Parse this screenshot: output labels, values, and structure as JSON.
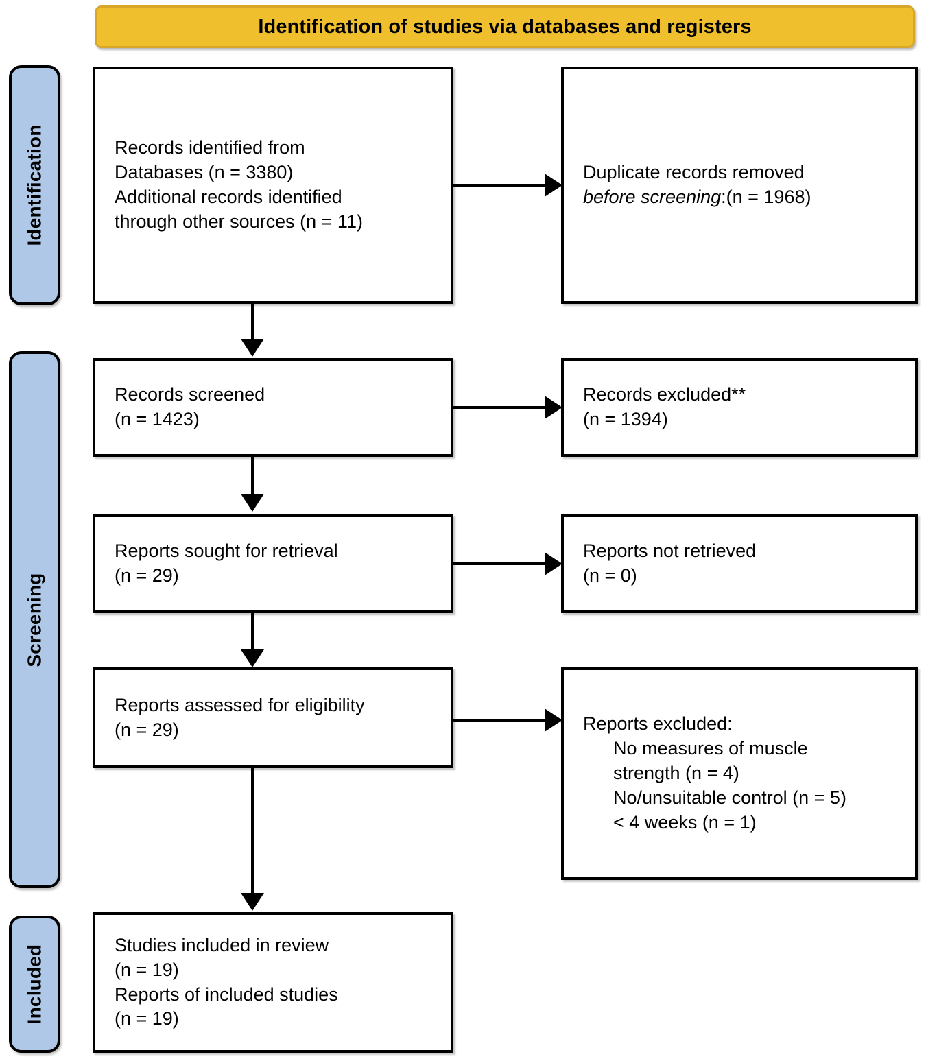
{
  "banner": {
    "title": "Identification of studies via databases and registers"
  },
  "colors": {
    "banner_fill": "#EFBF2E",
    "stage_fill": "#AFC8E8",
    "box_border": "#000000",
    "box_fill": "#FFFFFF",
    "text": "#000000"
  },
  "stages": [
    {
      "id": "identification",
      "label": "Identification"
    },
    {
      "id": "screening",
      "label": "Screening"
    },
    {
      "id": "included",
      "label": "Included"
    }
  ],
  "boxes": {
    "records_identified": {
      "line1": "Records identified from",
      "line2": "Databases (n = 3380)",
      "line3": "Additional records identified",
      "line4": "through other sources (n = 11)"
    },
    "duplicates_removed": {
      "line1": "Duplicate records removed",
      "line2_italic": "before screening",
      "line2_rest": ":(n = 1968)"
    },
    "records_screened": {
      "line1": "Records screened",
      "line2": "(n = 1423)"
    },
    "records_excluded": {
      "line1": "Records excluded**",
      "line2": "(n = 1394)"
    },
    "reports_sought": {
      "line1": "Reports sought for retrieval",
      "line2": "(n = 29)"
    },
    "reports_not_retrieved": {
      "line1": "Reports not retrieved",
      "line2": "(n = 0)"
    },
    "reports_assessed": {
      "line1": "Reports assessed for eligibility",
      "line2": "(n = 29)"
    },
    "reports_excluded": {
      "line1": "Reports excluded:",
      "line2": "No measures of muscle",
      "line3": "strength (n = 4)",
      "line4": "No/unsuitable control (n = 5)",
      "line5": "< 4 weeks (n = 1)"
    },
    "studies_included": {
      "line1": "Studies included in review",
      "line2": "(n = 19)",
      "line3": "Reports of included studies",
      "line4": "(n = 19)"
    }
  },
  "flow_data": {
    "type": "prisma-flow",
    "identified_databases": 3380,
    "identified_other_sources": 11,
    "duplicates_removed_before_screening": 1968,
    "records_screened": 1423,
    "records_excluded": 1394,
    "reports_sought_for_retrieval": 29,
    "reports_not_retrieved": 0,
    "reports_assessed_for_eligibility": 29,
    "reports_excluded_no_muscle_strength_measure": 4,
    "reports_excluded_no_or_unsuitable_control": 5,
    "reports_excluded_under_4_weeks": 1,
    "studies_included_in_review": 19,
    "reports_of_included_studies": 19
  }
}
